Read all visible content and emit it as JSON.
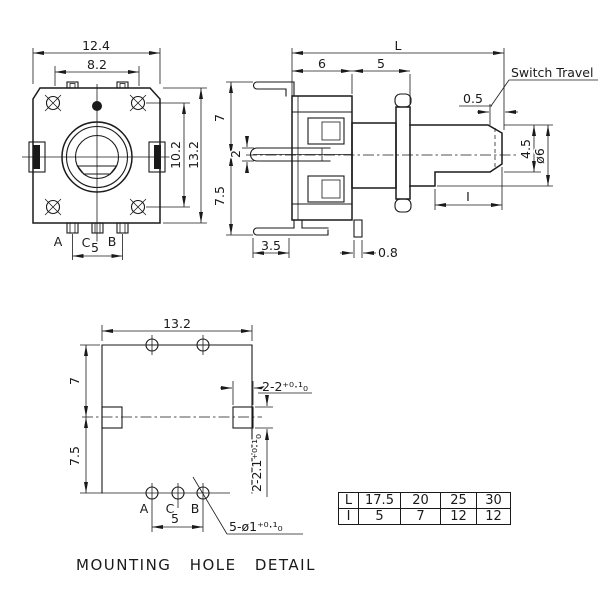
{
  "page": {
    "background": "#ffffff",
    "ink": "#1a1a1a"
  },
  "front_view": {
    "dim_width": "12.4",
    "dim_inner_width": "8.2",
    "dim_height_inner": "10.2",
    "dim_height_outer": "13.2",
    "terminal_a": "A",
    "terminal_c": "C",
    "terminal_b": "B",
    "dim_terminal_pitch": "5"
  },
  "side_view": {
    "dim_length": "L",
    "dim_body_depth": "6",
    "dim_bushing": "5",
    "switch_travel_label": "Switch Travel",
    "dim_switch_travel": "0.5",
    "dim_upper": "7",
    "dim_pin_thickness": "2",
    "dim_lower": "7.5",
    "dim_leg_offset": "3.5",
    "dim_bracket_thickness": "0.8",
    "dim_shaft_flat": "4.5",
    "dim_shaft_diameter": "ø6",
    "dim_flat_length": "I"
  },
  "mounting_view": {
    "dim_width": "13.2",
    "dim_upper": "7",
    "dim_lower": "7.5",
    "dim_slot_width": "2-2⁺⁰·¹₀",
    "dim_slot_height": "2-2.1⁺⁰·¹₀",
    "dim_holes": "5-ø1⁺⁰·¹₀",
    "terminal_a": "A",
    "terminal_c": "C",
    "terminal_b": "B",
    "dim_terminal_pitch": "5",
    "caption": "MOUNTING HOLE DETAIL"
  },
  "size_table": {
    "rows": [
      {
        "label": "L",
        "values": [
          "17.5",
          "20",
          "25",
          "30"
        ]
      },
      {
        "label": "I",
        "values": [
          "5",
          "7",
          "12",
          "12"
        ]
      }
    ]
  }
}
